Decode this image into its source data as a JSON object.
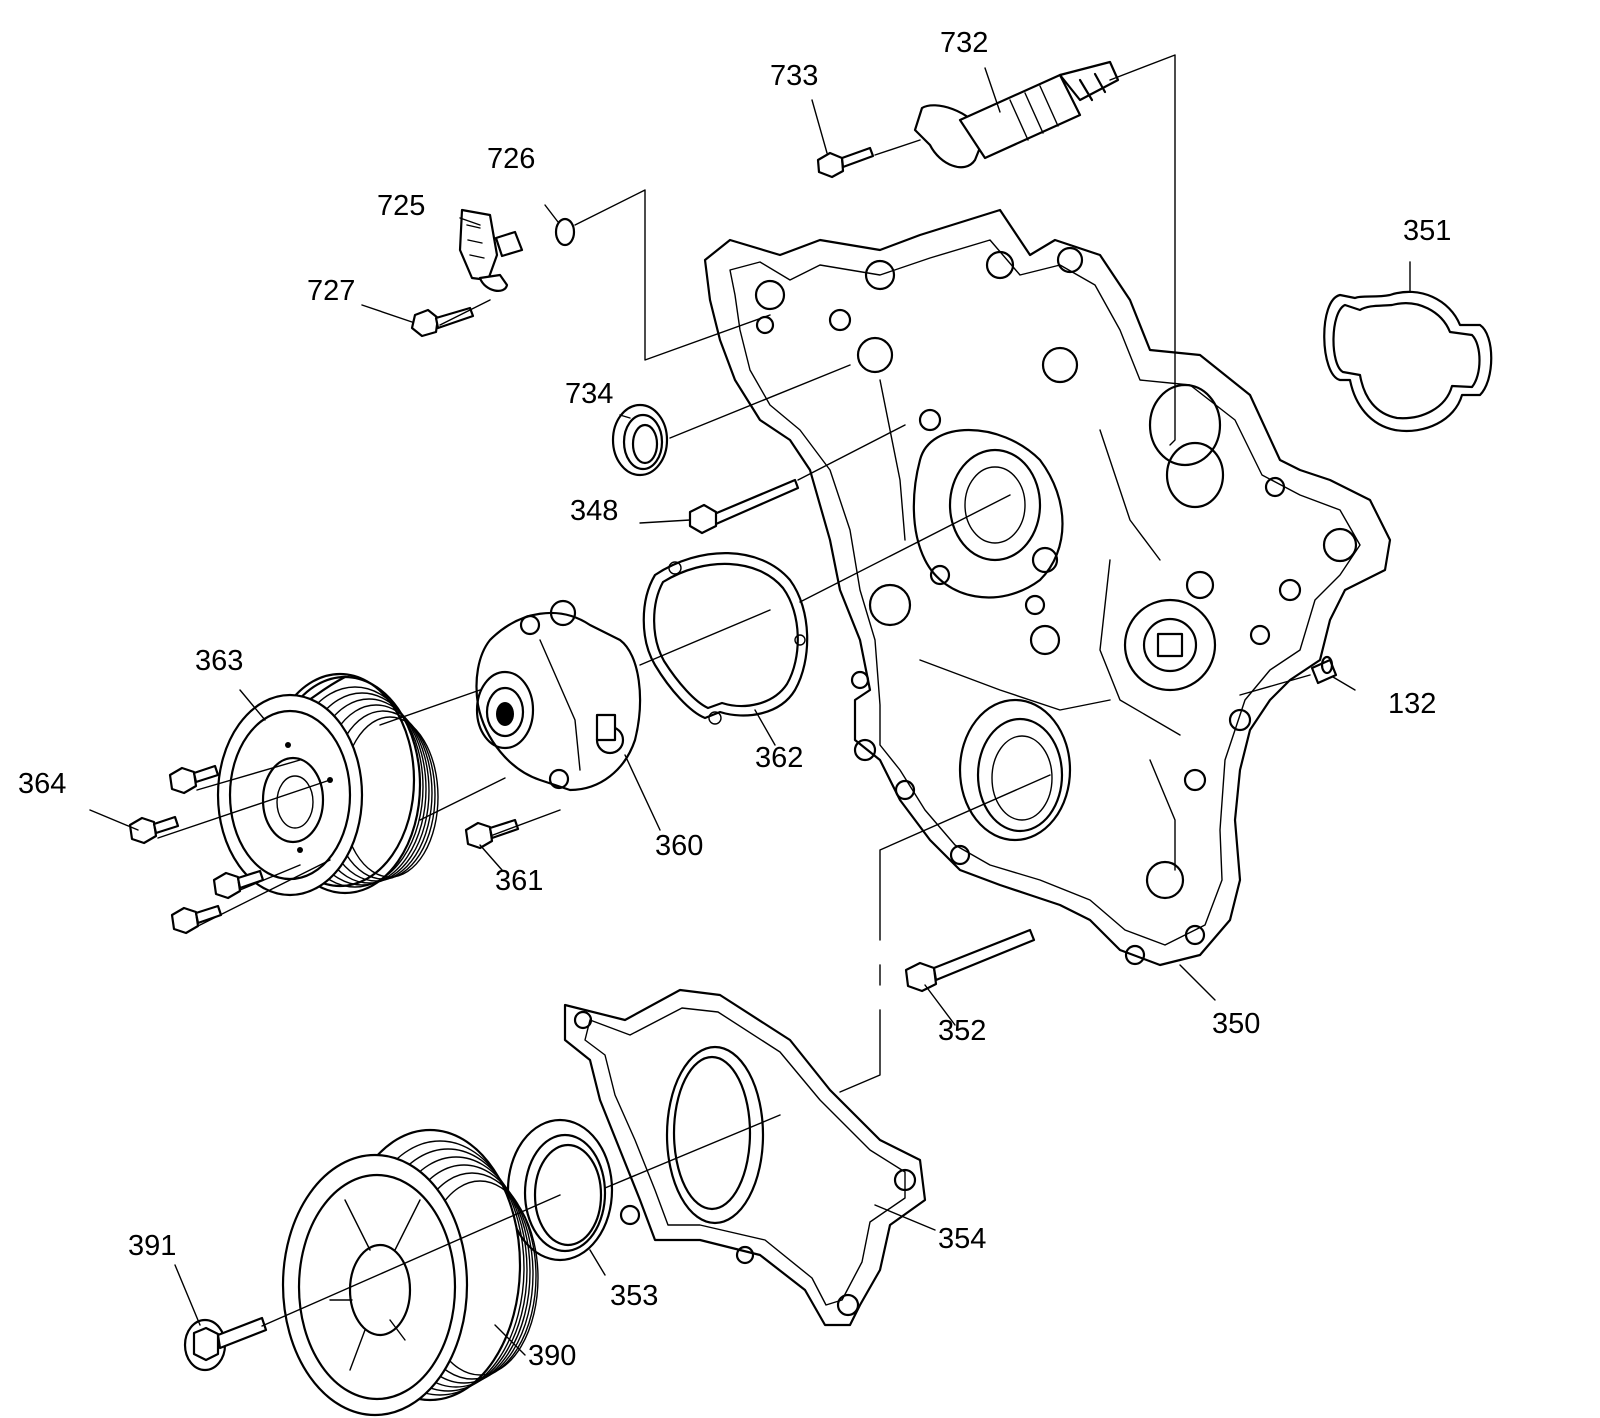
{
  "callouts": {
    "c725": "725",
    "c726": "726",
    "c727": "727",
    "c732": "732",
    "c733": "733",
    "c734": "734",
    "c348": "348",
    "c351": "351",
    "c132": "132",
    "c363": "363",
    "c364": "364",
    "c360": "360",
    "c361": "361",
    "c362": "362",
    "c350": "350",
    "c352": "352",
    "c354": "354",
    "c353": "353",
    "c391": "391",
    "c390": "390"
  }
}
